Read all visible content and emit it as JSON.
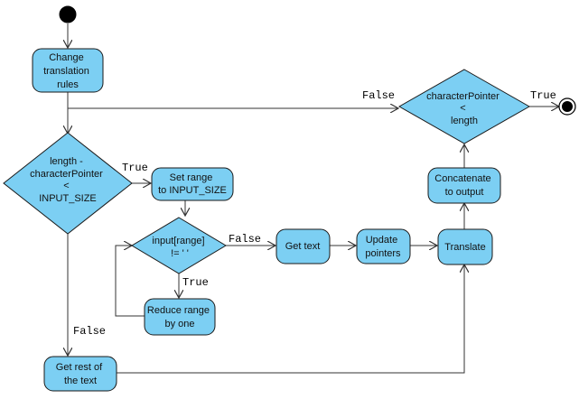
{
  "colors": {
    "node_fill": "#7ccff3",
    "node_stroke": "#1a1a1a",
    "edge": "#333333",
    "background": "#ffffff"
  },
  "nodes": {
    "start": {
      "kind": "initial"
    },
    "change_rules": {
      "kind": "action",
      "lines": [
        "Change",
        "translation",
        "rules"
      ]
    },
    "decision_remaining": {
      "kind": "decision",
      "lines": [
        "length -",
        "characterPointer",
        "<",
        "INPUT_SIZE"
      ]
    },
    "set_range": {
      "kind": "action",
      "lines": [
        "Set range",
        "to INPUT_SIZE"
      ]
    },
    "decision_space": {
      "kind": "decision",
      "lines": [
        "input[range]",
        "!= ' '"
      ]
    },
    "reduce_range": {
      "kind": "action",
      "lines": [
        "Reduce range",
        "by one"
      ]
    },
    "get_rest": {
      "kind": "action",
      "lines": [
        "Get rest of",
        "the text"
      ]
    },
    "get_text": {
      "kind": "action",
      "lines": [
        "Get text"
      ]
    },
    "update_pointers": {
      "kind": "action",
      "lines": [
        "Update",
        "pointers"
      ]
    },
    "translate": {
      "kind": "action",
      "lines": [
        "Translate"
      ]
    },
    "concatenate": {
      "kind": "action",
      "lines": [
        "Concatenate",
        "to output"
      ]
    },
    "decision_end": {
      "kind": "decision",
      "lines": [
        "characterPointer",
        "<",
        "length"
      ]
    },
    "end": {
      "kind": "final"
    }
  },
  "edge_labels": {
    "loop_false": "False",
    "end_true": "True",
    "remaining_true": "True",
    "remaining_false": "False",
    "space_false": "False",
    "space_true": "True"
  }
}
